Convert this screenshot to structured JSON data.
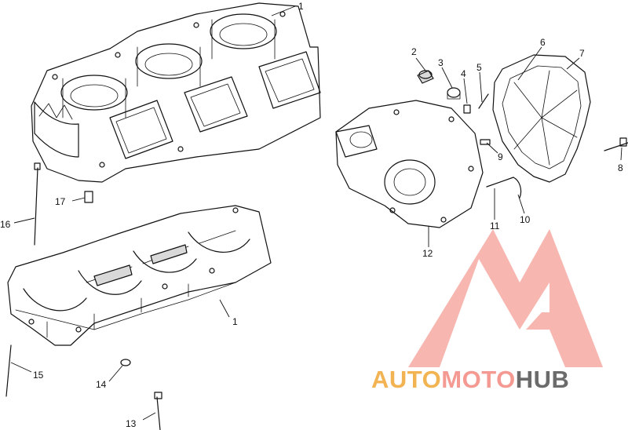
{
  "diagram": {
    "callouts": [
      "1",
      "1",
      "2",
      "3",
      "4",
      "5",
      "6",
      "7",
      "8",
      "9",
      "10",
      "11",
      "12",
      "13",
      "14",
      "15",
      "16",
      "17"
    ]
  },
  "watermark": {
    "part1": "AUTO",
    "part2": "MOTO",
    "part3": "HUB",
    "colors": {
      "auto": "#f2b453",
      "moto": "#f59a92",
      "hub": "#6b6b6b",
      "triangle": "#f7a9a3"
    }
  }
}
